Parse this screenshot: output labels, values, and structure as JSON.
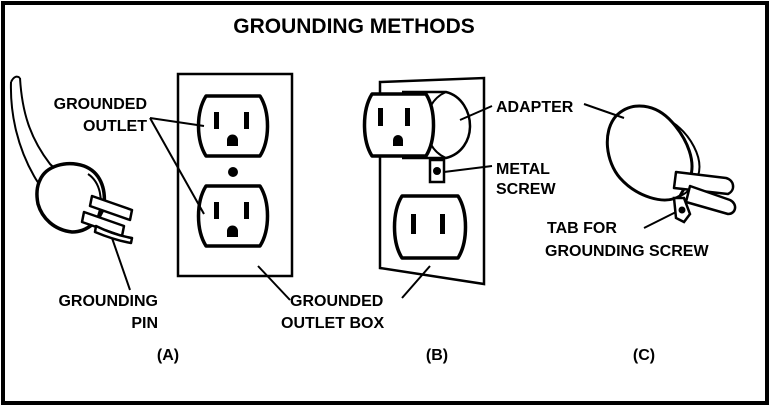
{
  "title": "GROUNDING METHODS",
  "labels": {
    "grounded_outlet": [
      "GROUNDED",
      "OUTLET"
    ],
    "grounding_pin": [
      "GROUNDING",
      "PIN"
    ],
    "grounded_outlet_box": [
      "GROUNDED",
      "OUTLET BOX"
    ],
    "adapter": "ADAPTER",
    "metal_screw": [
      "METAL",
      "SCREW"
    ],
    "tab_for_grounding_screw": [
      "TAB FOR",
      "GROUNDING SCREW"
    ]
  },
  "panels": {
    "a": "(A)",
    "b": "(B)",
    "c": "(C)"
  },
  "colors": {
    "ink": "#000000",
    "paper": "#ffffff"
  }
}
